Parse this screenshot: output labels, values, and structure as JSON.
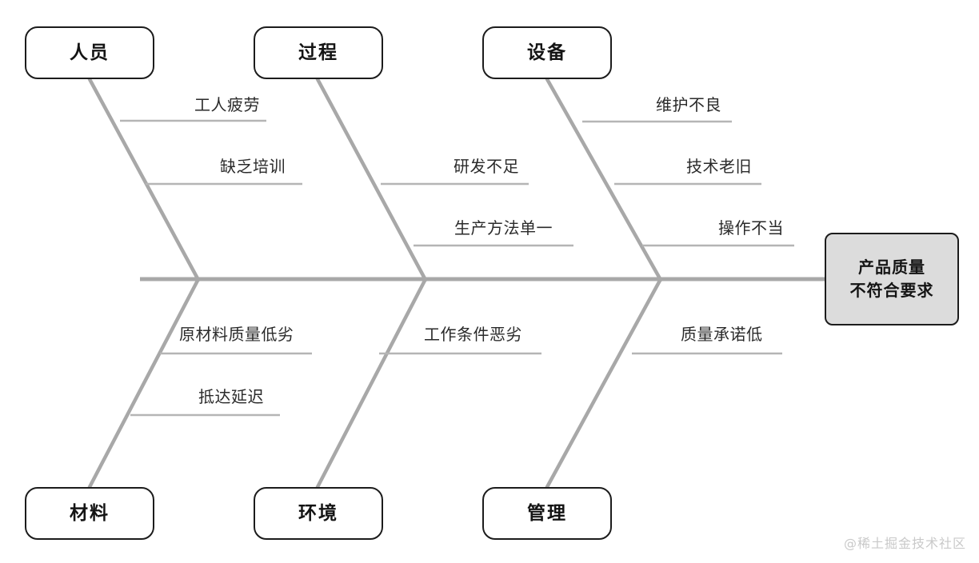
{
  "diagram": {
    "type": "fishbone-ishikawa",
    "title_box": {
      "line1": "产品质量",
      "line2": "不符合要求"
    },
    "colors": {
      "box_border": "#1c1c1c",
      "head_fill": "#dcdcdc",
      "bone_line": "#a8a8a8",
      "spine_line": "#a8a8a8",
      "sub_line": "#b5b5b5",
      "text": "#2a2a2a",
      "background": "#ffffff",
      "watermark": "#c9c9c9"
    },
    "categories": [
      {
        "id": "people",
        "label": "人员",
        "position": "top",
        "causes": [
          "工人疲劳",
          "缺乏培训"
        ]
      },
      {
        "id": "process",
        "label": "过程",
        "position": "top",
        "causes": [
          "研发不足",
          "生产方法单一"
        ]
      },
      {
        "id": "equipment",
        "label": "设备",
        "position": "top",
        "causes": [
          "维护不良",
          "技术老旧",
          "操作不当"
        ]
      },
      {
        "id": "material",
        "label": "材料",
        "position": "bottom",
        "causes": [
          "原材料质量低劣",
          "抵达延迟"
        ]
      },
      {
        "id": "environment",
        "label": "环境",
        "position": "bottom",
        "causes": [
          "工作条件恶劣"
        ]
      },
      {
        "id": "management",
        "label": "管理",
        "position": "bottom",
        "causes": [
          "质量承诺低"
        ]
      }
    ]
  },
  "watermark": {
    "text": "@稀土掘金技术社区"
  }
}
